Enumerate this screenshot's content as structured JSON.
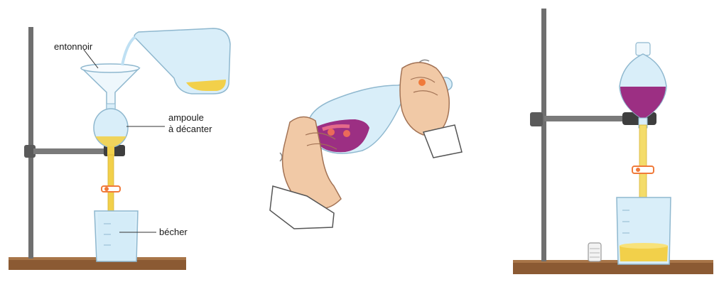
{
  "labels": {
    "funnel": "entonnoir",
    "separatory_funnel_line1": "ampoule",
    "separatory_funnel_line2": "à décanter",
    "beaker": "bécher"
  },
  "colors": {
    "stand_rod": "#6f6f6f",
    "base_wood": "#8b5a33",
    "glass_fill": "#cfe9f7",
    "glass_edge": "#7fb6d6",
    "yellow_liquid": "#f2d04a",
    "purple_liquid": "#9c2f83",
    "hand_skin": "#f1c9a6",
    "cuff_white": "#ffffff",
    "stopcock_orange": "#f07a3a"
  }
}
